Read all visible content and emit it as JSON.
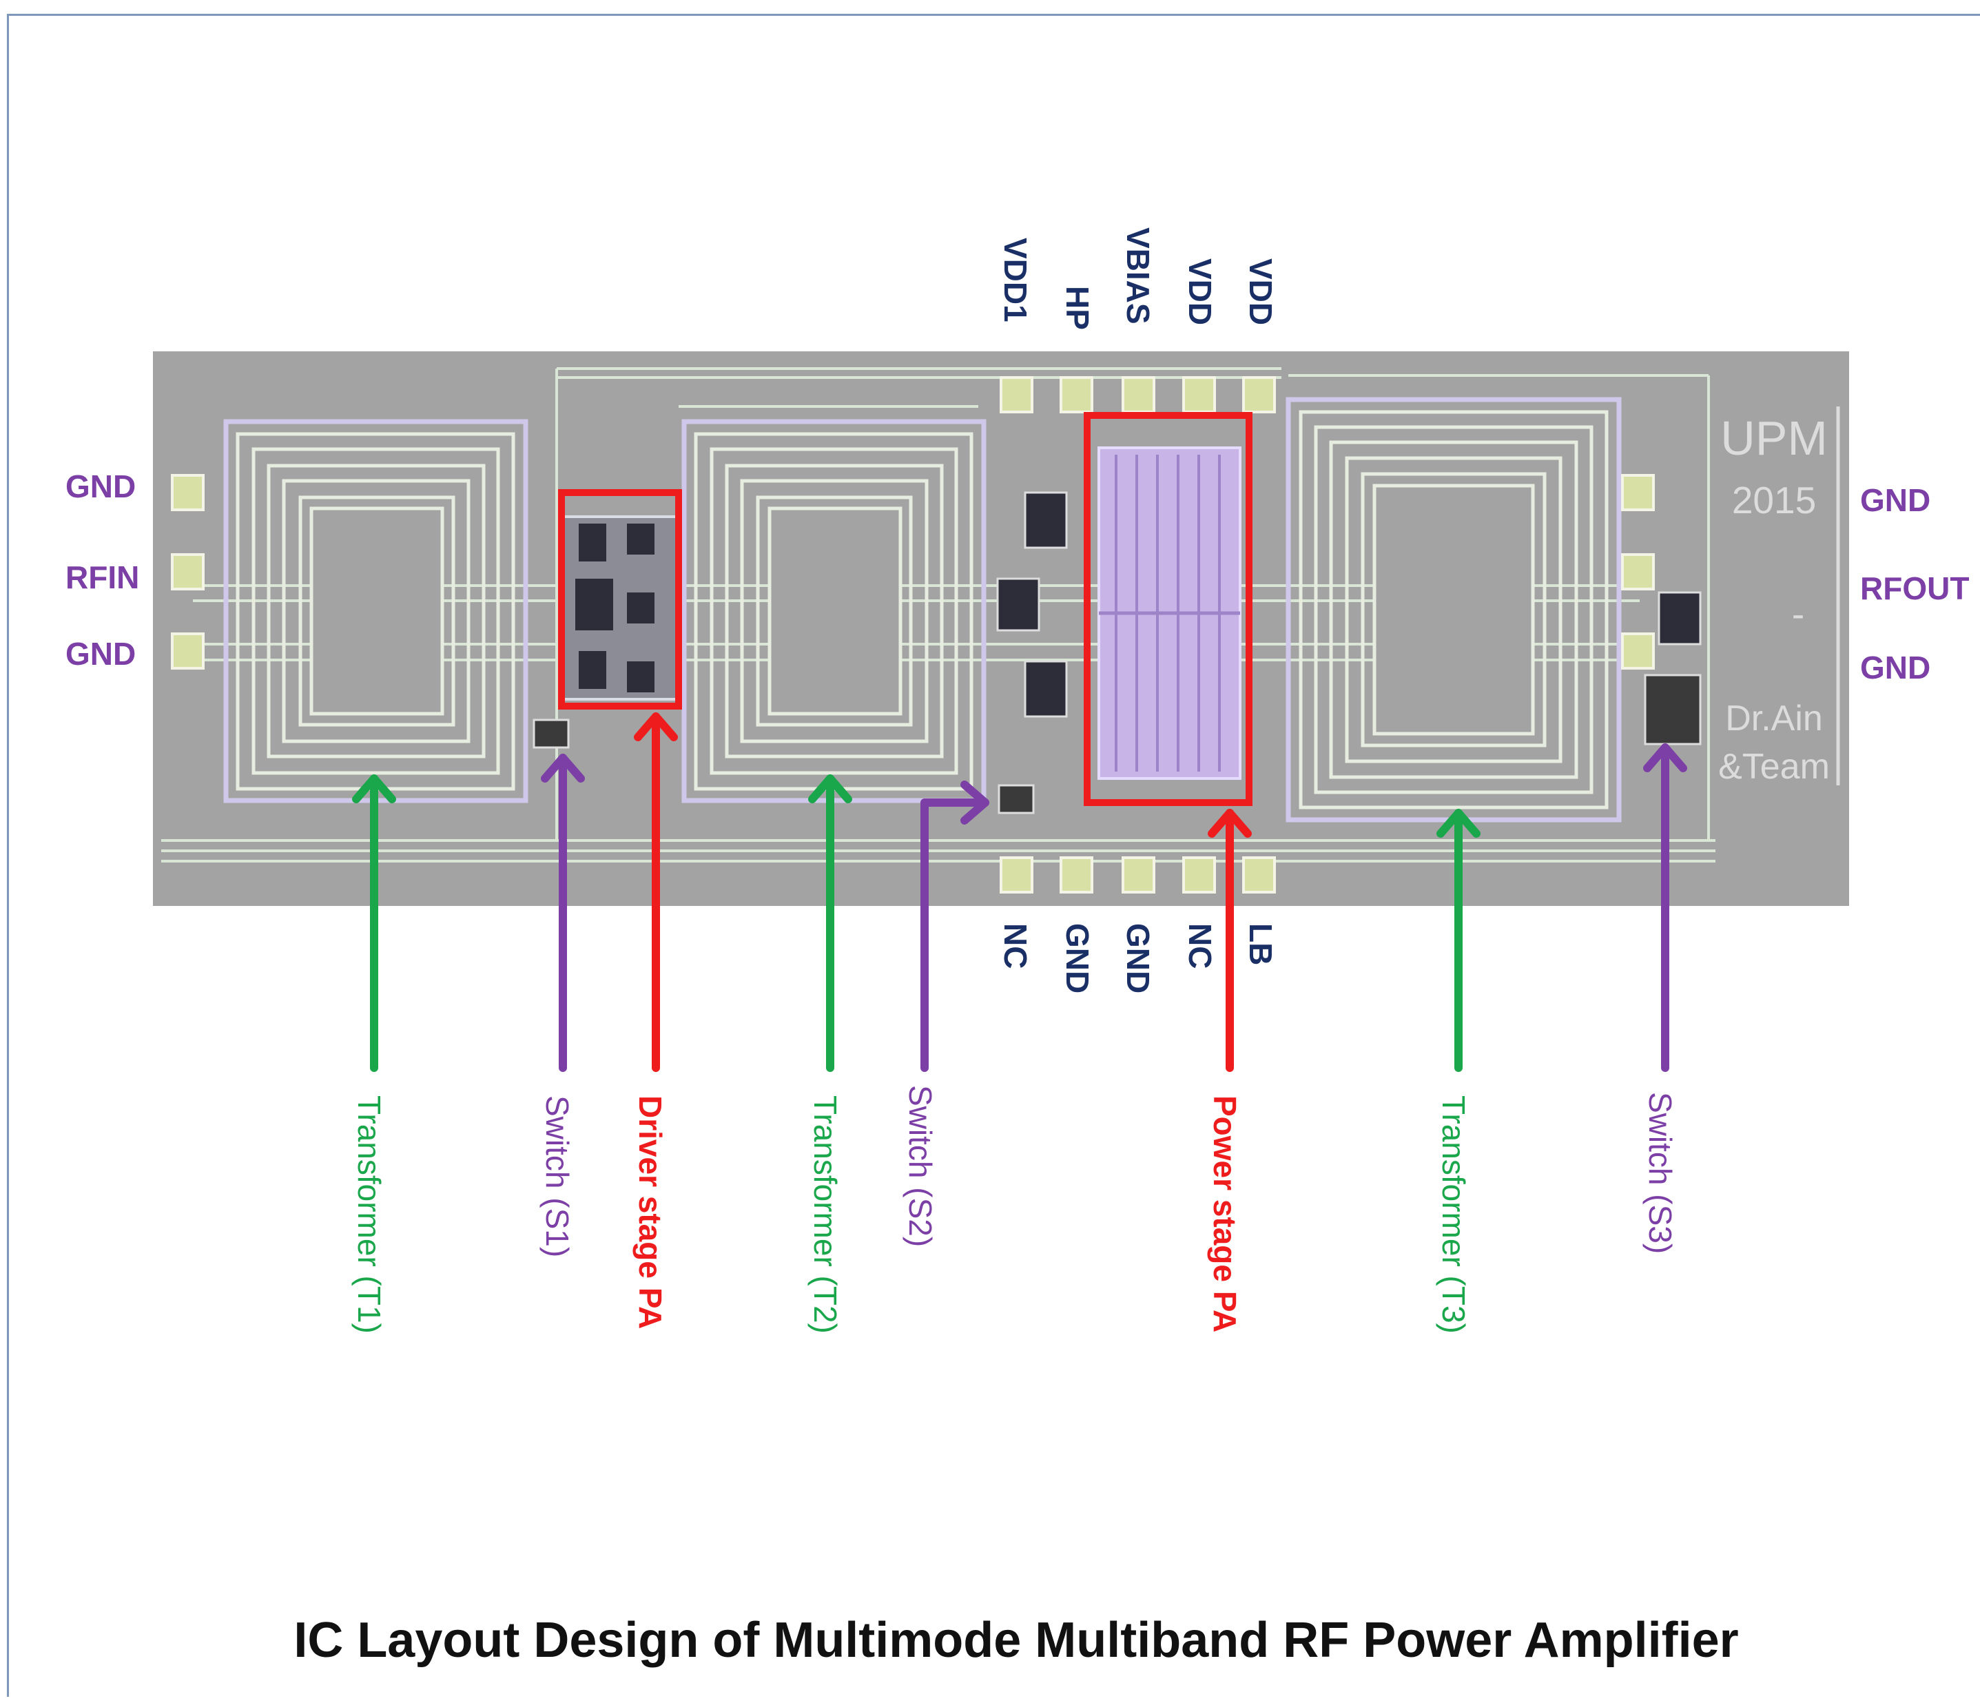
{
  "title": "IC Layout Design of Multimode Multiband RF Power Amplifier",
  "pins": {
    "left": [
      "GND",
      "RFIN",
      "GND"
    ],
    "right": [
      "GND",
      "RFOUT",
      "GND"
    ],
    "top": [
      "VDD1",
      "HP",
      "VBIAS",
      "VDD",
      "VDD"
    ],
    "bottom": [
      "NC",
      "GND",
      "GND",
      "NC",
      "LB"
    ]
  },
  "watermark": {
    "line1": "UPM",
    "line2": "2015",
    "line3": "-",
    "line4": "Dr.Ain",
    "line5": "&Team"
  },
  "callouts": [
    {
      "label": "Transformer (T1)",
      "color": "#1aa64a"
    },
    {
      "label": "Switch (S1)",
      "color": "#7b3fa6"
    },
    {
      "label": "Driver stage PA",
      "color": "#ee1c1c"
    },
    {
      "label": "Transformer (T2)",
      "color": "#1aa64a"
    },
    {
      "label": "Switch (S2)",
      "color": "#7b3fa6"
    },
    {
      "label": "Power stage PA",
      "color": "#ee1c1c"
    },
    {
      "label": "Transformer (T3)",
      "color": "#1aa64a"
    },
    {
      "label": "Switch (S3)",
      "color": "#7b3fa6"
    }
  ],
  "colors": {
    "pin_label_side": "#7b3fa6",
    "pin_label_topbottom": "#1a2f66",
    "chip_bg": "#a3a3a3",
    "transformer": "#1aa64a",
    "switch": "#7b3fa6",
    "pa": "#ee1c1c"
  }
}
